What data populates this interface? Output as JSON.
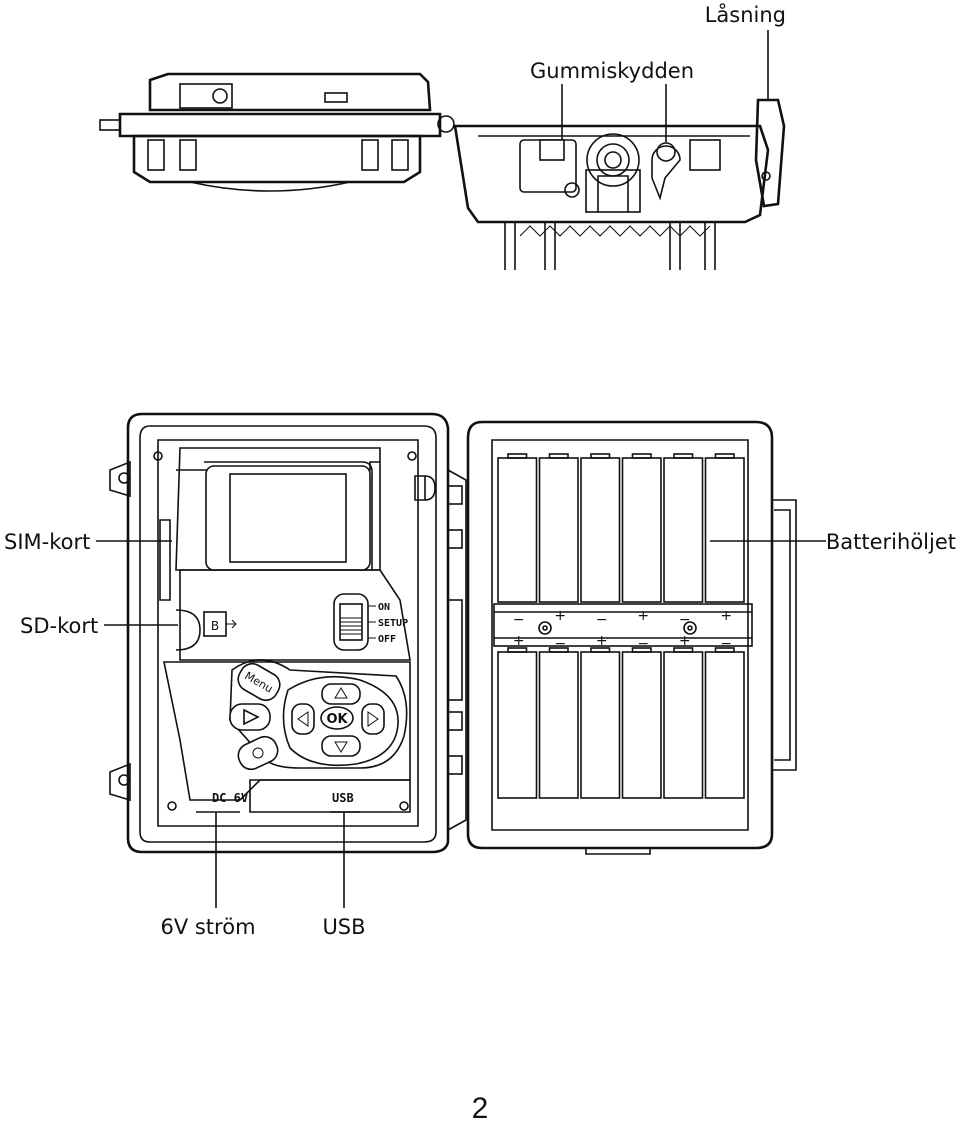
{
  "labels": {
    "lock": "Låsning",
    "rubber_cover": "Gummiskydden",
    "sim_card": "SIM-kort",
    "sd_card": "SD-kort",
    "battery_holder": "Batterihöljet",
    "power_6v": "6V ström",
    "usb": "USB"
  },
  "device": {
    "buttons": {
      "menu": "Menu",
      "ok": "OK"
    },
    "switch_positions": [
      "ON",
      "SETUP",
      "OFF"
    ],
    "ports": {
      "dc": "DC 6V",
      "usb": "USB"
    },
    "card_slot_marker": "B"
  },
  "battery": {
    "cells_top_row": 6,
    "cells_bottom_row": 6,
    "plus_sign": "+",
    "minus_sign": "−"
  },
  "page_number": "2"
}
